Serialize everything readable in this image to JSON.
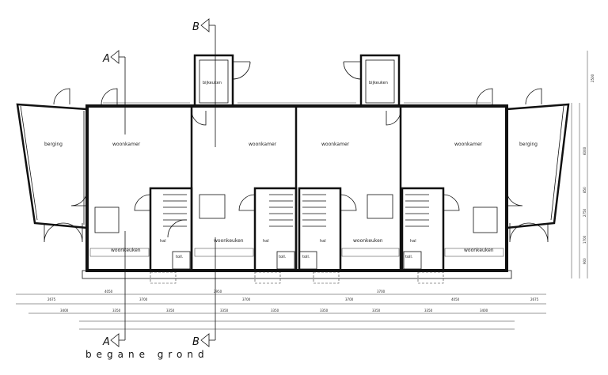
{
  "section_markers": {
    "a": "A",
    "b": "B"
  },
  "rooms": {
    "berging": "berging",
    "woonkamer": "woonkamer",
    "woonkeuken": "woonkeuken",
    "bijkeuken": "bijkeuken",
    "hal": "hal",
    "toilet": "toil."
  },
  "title": "begane   grond",
  "dims": {
    "row1": [
      "2675",
      "4050",
      "3700",
      "2950",
      "3700",
      "3700",
      "3700",
      "4050",
      "2675"
    ],
    "row2": [
      "3400",
      "3350",
      "3350",
      "3350",
      "3350",
      "3350",
      "3350",
      "3350",
      "3400"
    ],
    "right": [
      "2500",
      "6000",
      "850",
      "2750",
      "1700",
      "900"
    ]
  }
}
